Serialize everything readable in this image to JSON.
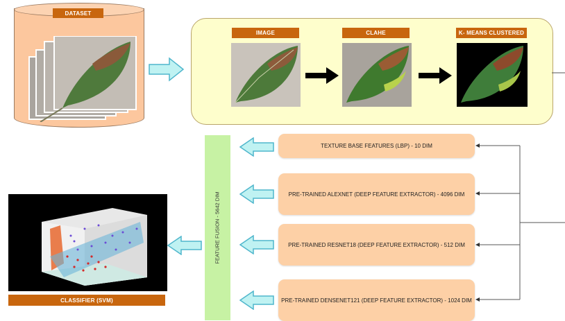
{
  "dataset": {
    "label": "DATASET"
  },
  "pipeline": {
    "steps": [
      {
        "label": "IMAGE"
      },
      {
        "label": "CLAHE"
      },
      {
        "label": "K- MEANS CLUSTERED"
      }
    ]
  },
  "features": [
    {
      "label": "TEXTURE BASE FEATURES (LBP) - 10 DIM"
    },
    {
      "label": "PRE-TRAINED ALEXNET (DEEP FEATURE EXTRACTOR) - 4096 DIM"
    },
    {
      "label": "PRE-TRAINED RESNET18 (DEEP FEATURE EXTRACTOR) - 512 DIM"
    },
    {
      "label": "PRE-TRAINED DENSENET121 (DEEP FEATURE EXTRACTOR) - 1024 DIM"
    }
  ],
  "fusion": {
    "label": "FEATURE FUSION - 5642 DIM"
  },
  "classifier": {
    "label": "CLASSIFIER (SVM)"
  },
  "colors": {
    "tag": "#c8660e",
    "feature_box": "#fdd0a6",
    "fusion_bar": "#c7f2a4",
    "panel": "#fefecc",
    "arrow_fill": "#bff2f2",
    "arrow_stroke": "#4fb6cc"
  }
}
